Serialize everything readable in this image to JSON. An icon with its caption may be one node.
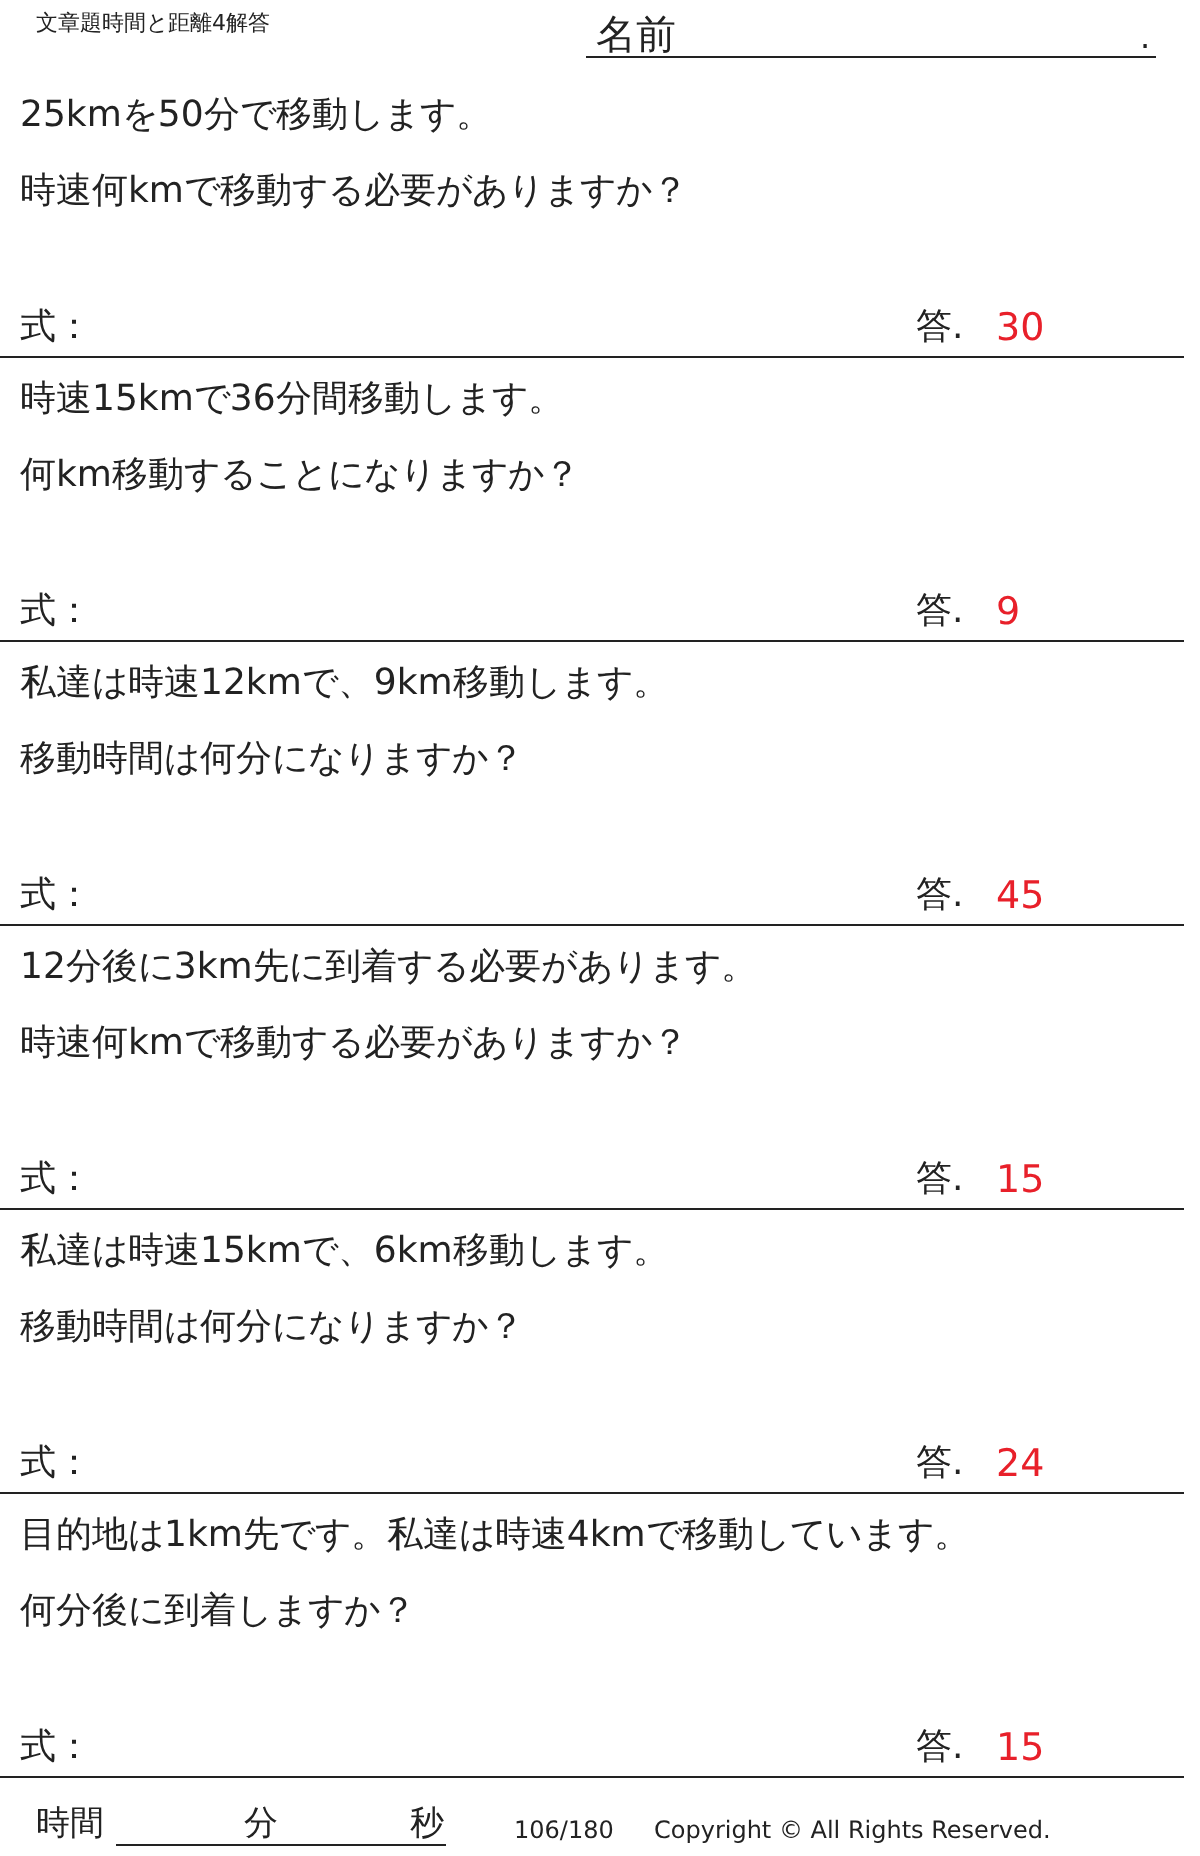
{
  "diagram": {
    "labels": [
      "文章題時間と距離4解答",
      "名前",
      ".",
      "25kmを50分で移動します。",
      "時速何kmで移動する必要がありますか？",
      "式：",
      "答.",
      "30",
      "時速15kmで36分間移動します。",
      "何km移動することになりますか？",
      "式：",
      "答.",
      "9",
      "私達は時速12kmで、9km移動します。",
      "移動時間は何分になりますか？",
      "式：",
      "答.",
      "45",
      "12分後に3km先に到着する必要があります。",
      "時速何kmで移動する必要がありますか？",
      "式：",
      "答.",
      "15",
      "私達は時速15kmで、6km移動します。",
      "移動時間は何分になりますか？",
      "式：",
      "答.",
      "24",
      "目的地は1km先です。私達は時速4kmで移動しています。",
      "何分後に到着しますか？",
      "式：",
      "答.",
      "15",
      "時間",
      "分",
      "秒",
      "106/180",
      "Copyright © All Rights Reserved."
    ]
  }
}
